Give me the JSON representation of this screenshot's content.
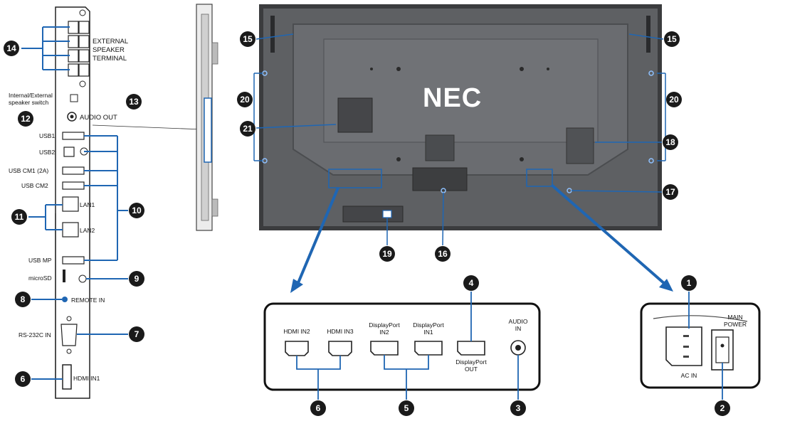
{
  "brand": {
    "logo_text": "NEC"
  },
  "colors": {
    "accent_blue": "#1f66b3",
    "callout_dark": "#1a1a1a",
    "monitor_gray": "#5e6063",
    "monitor_frame": "#3b3c3e"
  },
  "side_panel_labels": {
    "external_speaker": [
      "EXTERNAL",
      "SPEAKER",
      "TERMINAL"
    ],
    "speaker_switch": [
      "Internal/External",
      "speaker switch"
    ],
    "audio_out": "AUDIO OUT",
    "usb1": "USB1",
    "usb2": "USB2",
    "usb_cm1": "USB CM1 (2A)",
    "usb_cm2": "USB CM2",
    "lan1": "LAN1",
    "lan2": "LAN2",
    "usb_mp": "USB MP",
    "microsd": "microSD",
    "remote_in": "REMOTE IN",
    "rs232c_in": "RS-232C IN",
    "hdmi_in1": "HDMI IN1"
  },
  "bottom_panel_labels": {
    "hdmi_in2": "HDMI IN2",
    "hdmi_in3": "HDMI IN3",
    "dp_in2": [
      "DisplayPort",
      "IN2"
    ],
    "dp_in1": [
      "DisplayPort",
      "IN1"
    ],
    "dp_out": [
      "DisplayPort",
      "OUT"
    ],
    "audio_in": [
      "AUDIO",
      "IN"
    ]
  },
  "power_panel_labels": {
    "main_power": [
      "MAIN",
      "POWER"
    ],
    "ac_in": "AC IN"
  },
  "callouts": {
    "c1": "1",
    "c2": "2",
    "c3": "3",
    "c4": "4",
    "c5": "5",
    "c6": "6",
    "c7": "7",
    "c8": "8",
    "c9": "9",
    "c10": "10",
    "c11": "11",
    "c12": "12",
    "c13": "13",
    "c14": "14",
    "c15": "15",
    "c16": "16",
    "c17": "17",
    "c18": "18",
    "c19": "19",
    "c20": "20",
    "c21": "21"
  }
}
